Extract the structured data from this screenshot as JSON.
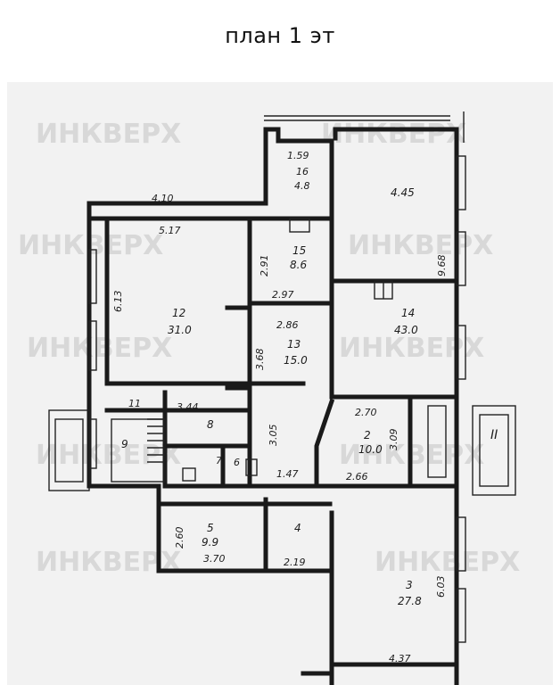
{
  "title": "план 1 эт",
  "watermark": "ИНКВЕРХ",
  "rooms": [
    {
      "id": "r16",
      "number": "16",
      "area": "4.8",
      "dim": "1.59"
    },
    {
      "id": "r12",
      "number": "12",
      "area": "31.0",
      "dims": [
        "5.17",
        "6.13"
      ]
    },
    {
      "id": "r15",
      "number": "15",
      "area": "8.6",
      "dims": [
        "2.91",
        "2.97"
      ]
    },
    {
      "id": "r13",
      "number": "13",
      "area": "15.0",
      "dims": [
        "2.86",
        "3.68"
      ]
    },
    {
      "id": "r14",
      "number": "14",
      "area": "43.0",
      "dims": [
        "4.45",
        "9.68"
      ]
    },
    {
      "id": "r11",
      "number": "11",
      "dim": "3.44"
    },
    {
      "id": "r8",
      "number": "8"
    },
    {
      "id": "r9",
      "number": "9"
    },
    {
      "id": "r7",
      "number": "7"
    },
    {
      "id": "r6",
      "number": "6"
    },
    {
      "id": "r2",
      "number": "2",
      "area": "10.0",
      "dims": [
        "2.70",
        "3.09",
        "2.66"
      ]
    },
    {
      "id": "r5",
      "number": "5",
      "area": "9.9",
      "dims": [
        "2.60",
        "3.70"
      ]
    },
    {
      "id": "r4",
      "number": "4",
      "dim": "2.19"
    },
    {
      "id": "r3",
      "number": "3",
      "area": "27.8",
      "dims": [
        "6.03",
        "4.37"
      ]
    },
    {
      "id": "r1",
      "number": "II"
    }
  ],
  "extra_dims": {
    "top_wall": "4.10",
    "corridor_h": "3.05",
    "corridor_w": "1.47"
  },
  "colors": {
    "ink": "#1a1a1a",
    "paper": "#f2f2f2",
    "watermark": "#d8d8d8"
  }
}
